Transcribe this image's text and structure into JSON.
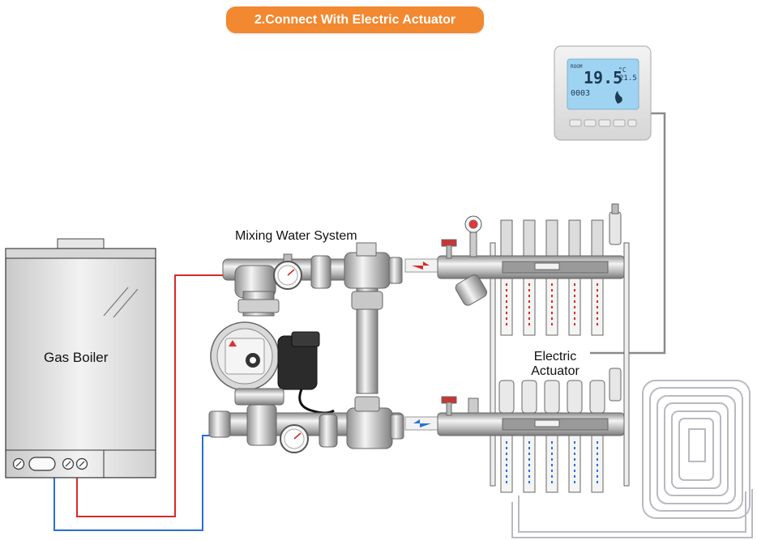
{
  "title": "2.Connect With Electric Actuator",
  "labels": {
    "mixing_water_system": "Mixing Water System",
    "gas_boiler": "Gas Boiler",
    "electric_actuator_line1": "Electric",
    "electric_actuator_line2": "Actuator"
  },
  "thermostat": {
    "room_label": "ROOM",
    "room_temp": "19.5",
    "set_temp": "21.5",
    "unit": "°C",
    "clock": "0003"
  },
  "colors": {
    "title_bg": "#f2882f",
    "supply_pipe": "#d62a2a",
    "return_pipe": "#2a6fd6",
    "signal_wire": "#8a8a8a",
    "lcd_bg": "#9fd3f2"
  }
}
